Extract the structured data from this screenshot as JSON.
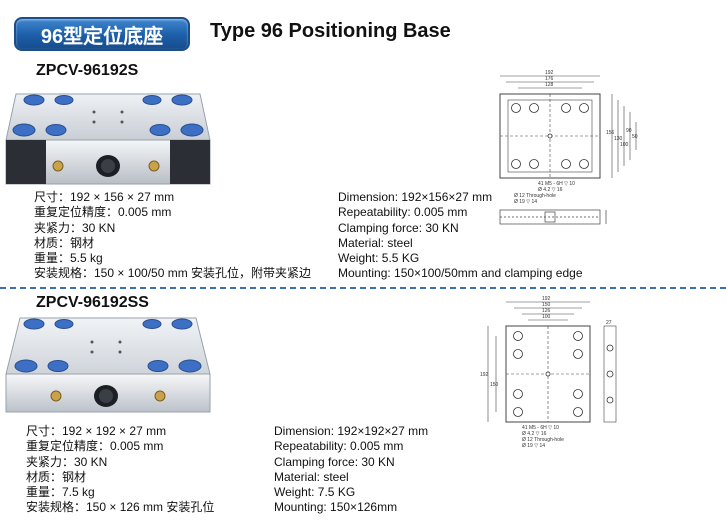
{
  "header": {
    "badge": "96型定位底座",
    "title": "Type 96 Positioning Base"
  },
  "products": [
    {
      "model": "ZPCV-96192S",
      "specs_cn": [
        "尺寸：192 × 156 × 27 mm",
        "重复定位精度：0.005 mm",
        "夹紧力：30 KN",
        "材质：钢材",
        "重量：5.5 kg",
        "安装规格：150 × 100/50 mm 安装孔位，附带夹紧边"
      ],
      "specs_en": [
        "Dimension: 192×156×27 mm",
        "Repeatability: 0.005 mm",
        "Clamping force: 30 KN",
        "Material: steel",
        "Weight: 5.5 KG",
        "Mounting: 150×100/50mm and clamping edge"
      ]
    },
    {
      "model": "ZPCV-96192SS",
      "specs_cn": [
        "尺寸：192 × 192 × 27 mm",
        "重复定位精度：0.005 mm",
        "夹紧力：30 KN",
        "材质：钢材",
        "重量：7.5 kg",
        "安装规格：150 × 126 mm 安装孔位"
      ],
      "specs_en": [
        "Dimension: 192×192×27 mm",
        "Repeatability: 0.005 mm",
        "Clamping force: 30 KN",
        "Material: steel",
        "Weight: 7.5 KG",
        "Mounting: 150×126mm"
      ]
    }
  ],
  "drawing1": {
    "dims_top": [
      "192",
      "176",
      "128"
    ],
    "dims_right": [
      "156",
      "130",
      "100",
      "90",
      "50"
    ],
    "note1": "41 M5 - 6H ▽ 10",
    "note2": "Ø 4.2 ▽ 16",
    "note3": "Ø 12 Through-hole",
    "note4": "Ø 19 ▽ 14"
  },
  "drawing2": {
    "dims_top": [
      "192",
      "150",
      "126",
      "100"
    ],
    "dims_left": [
      "192",
      "150"
    ],
    "dims_side": "27",
    "note1": "41 M5 - 6H ▽ 10",
    "note2": "Ø 4.2 ▽ 16",
    "note3": "Ø 12 Through-hole",
    "note4": "Ø 19 ▽ 14"
  },
  "colors": {
    "accent": "#1c5ea8",
    "pad_blue": "#3d6fc4",
    "steel": "#d9dde2"
  }
}
